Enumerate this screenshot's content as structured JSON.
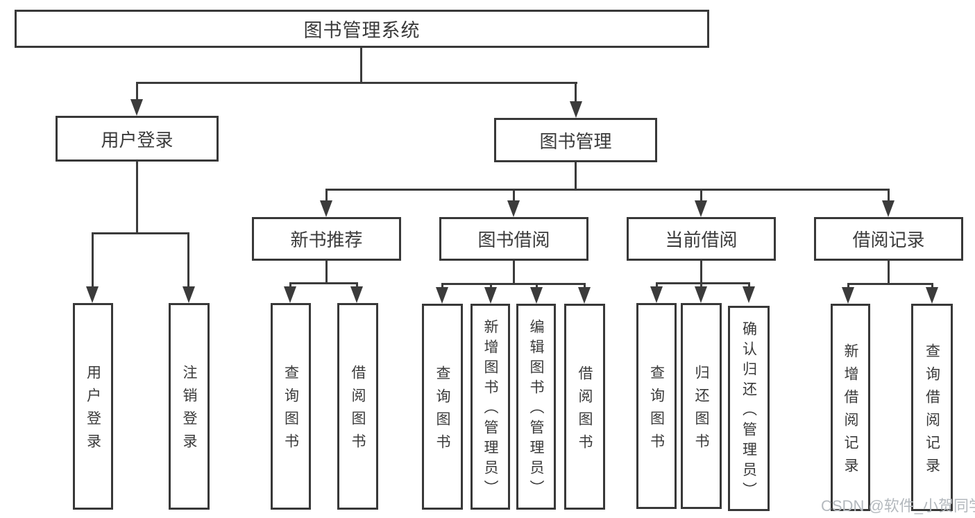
{
  "diagram": {
    "nodes": {
      "root": "图书管理系统",
      "user_login": "用户登录",
      "book_management": "图书管理",
      "new_book_recommend": "新书推荐",
      "book_borrowing": "图书借阅",
      "current_borrowing": "当前借阅",
      "borrowing_records": "借阅记录",
      "leaves": {
        "user_login_children": [
          "用户登录",
          "注销登录"
        ],
        "new_book_children": [
          "查询图书",
          "借阅图书"
        ],
        "book_borrowing_children": [
          "查询图书",
          "新增图书（管理员）",
          "编辑图书（管理员）",
          "借阅图书"
        ],
        "current_borrowing_children": [
          "查询图书",
          "归还图书",
          "确认归还（管理员）"
        ],
        "borrowing_records_children": [
          "新增借阅记录",
          "查询借阅记录"
        ]
      }
    },
    "colors": {
      "line": "#3b3b3b",
      "border": "#383838",
      "text": "#3a3a3a",
      "watermark": "#b4b9be",
      "background": "#ffffff"
    },
    "watermark": "CSDN @软件_小贺同学"
  }
}
